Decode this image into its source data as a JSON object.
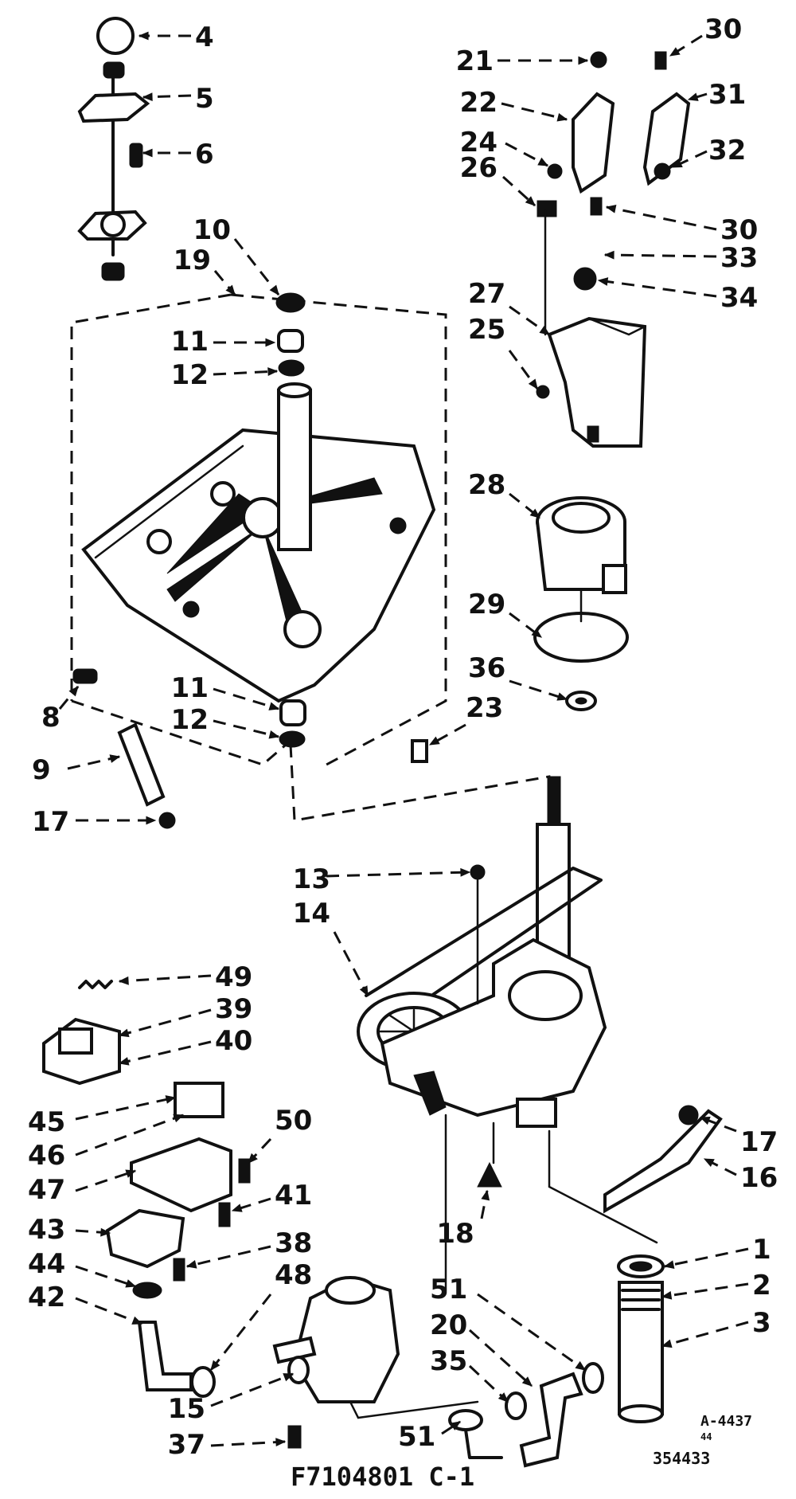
{
  "diagram": {
    "drawing_number": "F7104801 C-1",
    "corner_code": "A-4437",
    "corner_subcode": "44",
    "bottom_code": "354433"
  },
  "callouts": [
    {
      "id": "c-4",
      "label": "4"
    },
    {
      "id": "c-5",
      "label": "5"
    },
    {
      "id": "c-6",
      "label": "6"
    },
    {
      "id": "c-10",
      "label": "10"
    },
    {
      "id": "c-19",
      "label": "19"
    },
    {
      "id": "c-11a",
      "label": "11"
    },
    {
      "id": "c-12a",
      "label": "12"
    },
    {
      "id": "c-11b",
      "label": "11"
    },
    {
      "id": "c-12b",
      "label": "12"
    },
    {
      "id": "c-8",
      "label": "8"
    },
    {
      "id": "c-9",
      "label": "9"
    },
    {
      "id": "c-17a",
      "label": "17"
    },
    {
      "id": "c-23",
      "label": "23"
    },
    {
      "id": "c-21",
      "label": "21"
    },
    {
      "id": "c-22",
      "label": "22"
    },
    {
      "id": "c-24",
      "label": "24"
    },
    {
      "id": "c-26",
      "label": "26"
    },
    {
      "id": "c-30a",
      "label": "30"
    },
    {
      "id": "c-31",
      "label": "31"
    },
    {
      "id": "c-32",
      "label": "32"
    },
    {
      "id": "c-30b",
      "label": "30"
    },
    {
      "id": "c-33",
      "label": "33"
    },
    {
      "id": "c-34",
      "label": "34"
    },
    {
      "id": "c-27",
      "label": "27"
    },
    {
      "id": "c-25",
      "label": "25"
    },
    {
      "id": "c-28",
      "label": "28"
    },
    {
      "id": "c-29",
      "label": "29"
    },
    {
      "id": "c-36",
      "label": "36"
    },
    {
      "id": "c-13",
      "label": "13"
    },
    {
      "id": "c-14",
      "label": "14"
    },
    {
      "id": "c-49",
      "label": "49"
    },
    {
      "id": "c-39",
      "label": "39"
    },
    {
      "id": "c-40",
      "label": "40"
    },
    {
      "id": "c-45",
      "label": "45"
    },
    {
      "id": "c-46",
      "label": "46"
    },
    {
      "id": "c-50",
      "label": "50"
    },
    {
      "id": "c-47",
      "label": "47"
    },
    {
      "id": "c-41",
      "label": "41"
    },
    {
      "id": "c-43",
      "label": "43"
    },
    {
      "id": "c-38",
      "label": "38"
    },
    {
      "id": "c-44",
      "label": "44"
    },
    {
      "id": "c-48",
      "label": "48"
    },
    {
      "id": "c-42",
      "label": "42"
    },
    {
      "id": "c-15",
      "label": "15"
    },
    {
      "id": "c-37",
      "label": "37"
    },
    {
      "id": "c-18",
      "label": "18"
    },
    {
      "id": "c-17b",
      "label": "17"
    },
    {
      "id": "c-16",
      "label": "16"
    },
    {
      "id": "c-1",
      "label": "1"
    },
    {
      "id": "c-2",
      "label": "2"
    },
    {
      "id": "c-3",
      "label": "3"
    },
    {
      "id": "c-51a",
      "label": "51"
    },
    {
      "id": "c-20",
      "label": "20"
    },
    {
      "id": "c-35",
      "label": "35"
    },
    {
      "id": "c-51b",
      "label": "51"
    }
  ]
}
